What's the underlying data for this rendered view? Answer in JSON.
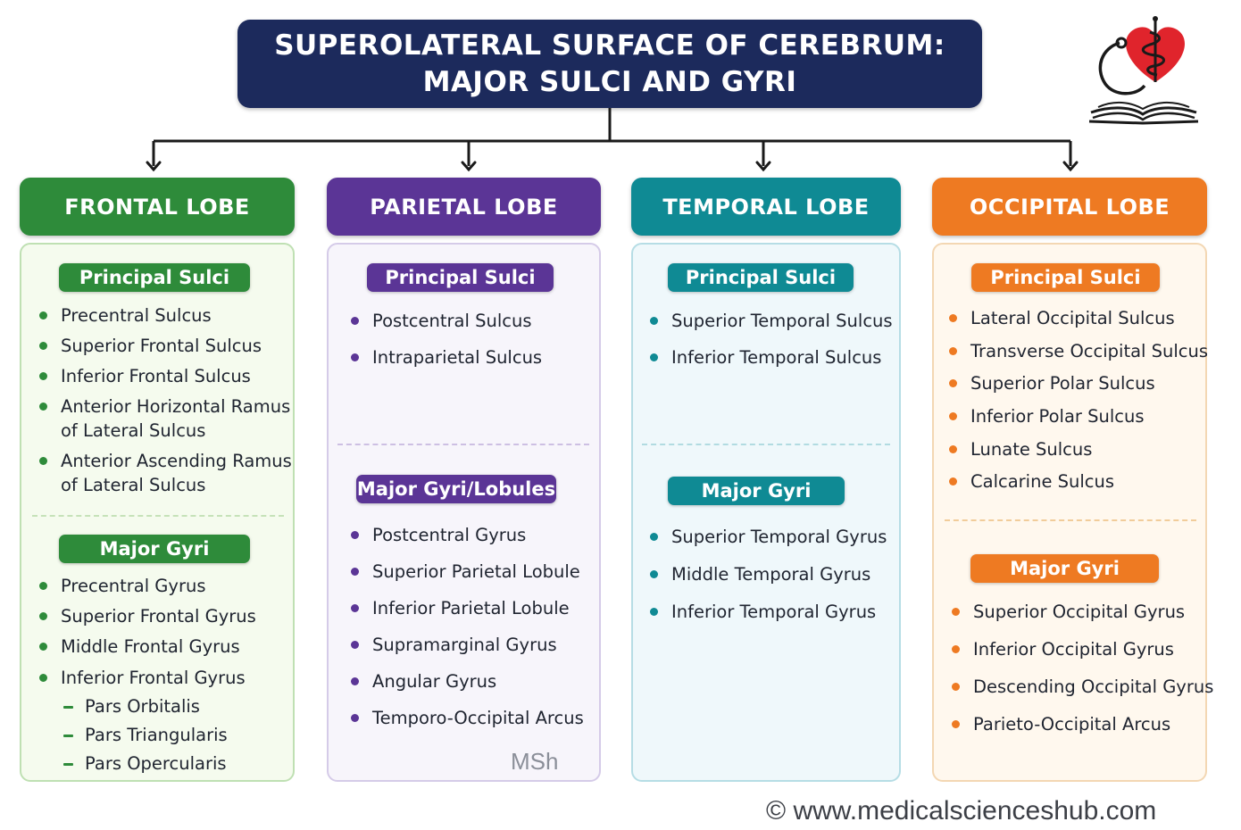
{
  "title": {
    "line1": "SUPEROLATERAL SURFACE OF CEREBRUM:",
    "line2": "MAJOR SULCI AND GYRI"
  },
  "lobes": {
    "frontal": {
      "header": "FRONTAL LOBE",
      "sulci_label": "Principal Sulci",
      "sulci": [
        "Precentral Sulcus",
        "Superior Frontal Sulcus",
        "Inferior Frontal Sulcus",
        "Anterior Horizontal Ramus",
        "of Lateral Sulcus",
        "Anterior Ascending Ramus",
        "of Lateral Sulcus"
      ],
      "gyri_label": "Major Gyri",
      "gyri": [
        "Precentral Gyrus",
        "Superior Frontal Gyrus",
        "Middle Frontal Gyrus",
        "Inferior Frontal Gyrus"
      ],
      "subparts": [
        "Pars Orbitalis",
        "Pars Triangularis",
        "Pars Opercularis"
      ]
    },
    "parietal": {
      "header": "PARIETAL LOBE",
      "sulci_label": "Principal Sulci",
      "sulci": [
        "Postcentral Sulcus",
        "Intraparietal Sulcus"
      ],
      "gyri_label": "Major Gyri/Lobules",
      "gyri": [
        "Postcentral Gyrus",
        "Superior Parietal Lobule",
        "Inferior Parietal Lobule",
        "Supramarginal Gyrus",
        "Angular Gyrus",
        "Temporo-Occipital Arcus"
      ]
    },
    "temporal": {
      "header": "TEMPORAL LOBE",
      "sulci_label": "Principal Sulci",
      "sulci": [
        "Superior Temporal Sulcus",
        "Inferior Temporal Sulcus"
      ],
      "gyri_label": "Major Gyri",
      "gyri": [
        "Superior Temporal Gyrus",
        "Middle Temporal Gyrus",
        "Inferior Temporal Gyrus"
      ]
    },
    "occipital": {
      "header": "OCCIPITAL LOBE",
      "sulci_label": "Principal Sulci",
      "sulci": [
        "Lateral Occipital Sulcus",
        "Transverse Occipital Sulcus",
        "Superior Polar Sulcus",
        "Inferior Polar Sulcus",
        "Lunate Sulcus",
        "Calcarine Sulcus"
      ],
      "gyri_label": "Major Gyri",
      "gyri": [
        "Superior Occipital Gyrus",
        "Inferior Occipital Gyrus",
        "Descending Occipital Gyrus",
        "Parieto-Occipital Arcus"
      ]
    }
  },
  "watermark": "MSh",
  "copyright": "© www.medicalscienceshub.com",
  "logo_icon": "heart-stethoscope-book-icon",
  "colors": {
    "title_bg": "#1c2a5c",
    "frontal": "#2e8b3a",
    "parietal": "#5b3596",
    "temporal": "#0f8a94",
    "occipital": "#ee7a22",
    "logo_heart": "#e0242c"
  }
}
